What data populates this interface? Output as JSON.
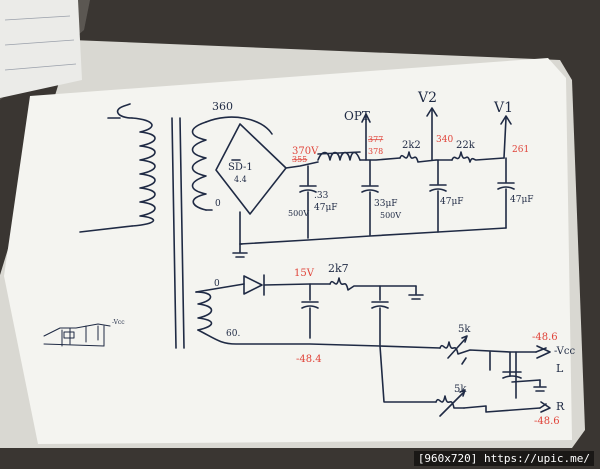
{
  "colors": {
    "ink": "#1f2a44",
    "red": "#e0443a",
    "paper": "#f4f4f0",
    "table": "#3a3632"
  },
  "labels": {
    "transformer_tap": "360",
    "opt": "OPT",
    "v2": "V2",
    "v1": "V1",
    "rect_name": "SD-1",
    "rect_sub": "4.4",
    "tap_zero": "0",
    "tap_zero_low": "0",
    "tap_sixty": "60.",
    "cap1": ".33",
    "cap1_v": "500V",
    "cap2_val": "47μF",
    "cap3_val": "33μF",
    "cap3_v": "500V",
    "res_2k": "2k2",
    "res_22k": "22k",
    "cap4_val": "47μF",
    "cap5_val": "47μF",
    "res_2k7": "2k7",
    "pot_5k_top": "5k",
    "pot_5k_bot": "5k",
    "minus_vcc": "-Vcc",
    "out_l": "L",
    "out_r": "R",
    "small_vcc": "-Vcc",
    "caption": "[960x720] https://upic.me/"
  },
  "red_labels": {
    "v_rect": "370V",
    "v_rect_old": "355",
    "v_opt_a": "377",
    "v_opt_b": "378",
    "v_340": "340",
    "v_261": "261",
    "v_15v": "15V",
    "v_neg48_4": "-48.4",
    "v_neg48_6a": "-48.6",
    "v_neg48_6b": "-48.6"
  }
}
